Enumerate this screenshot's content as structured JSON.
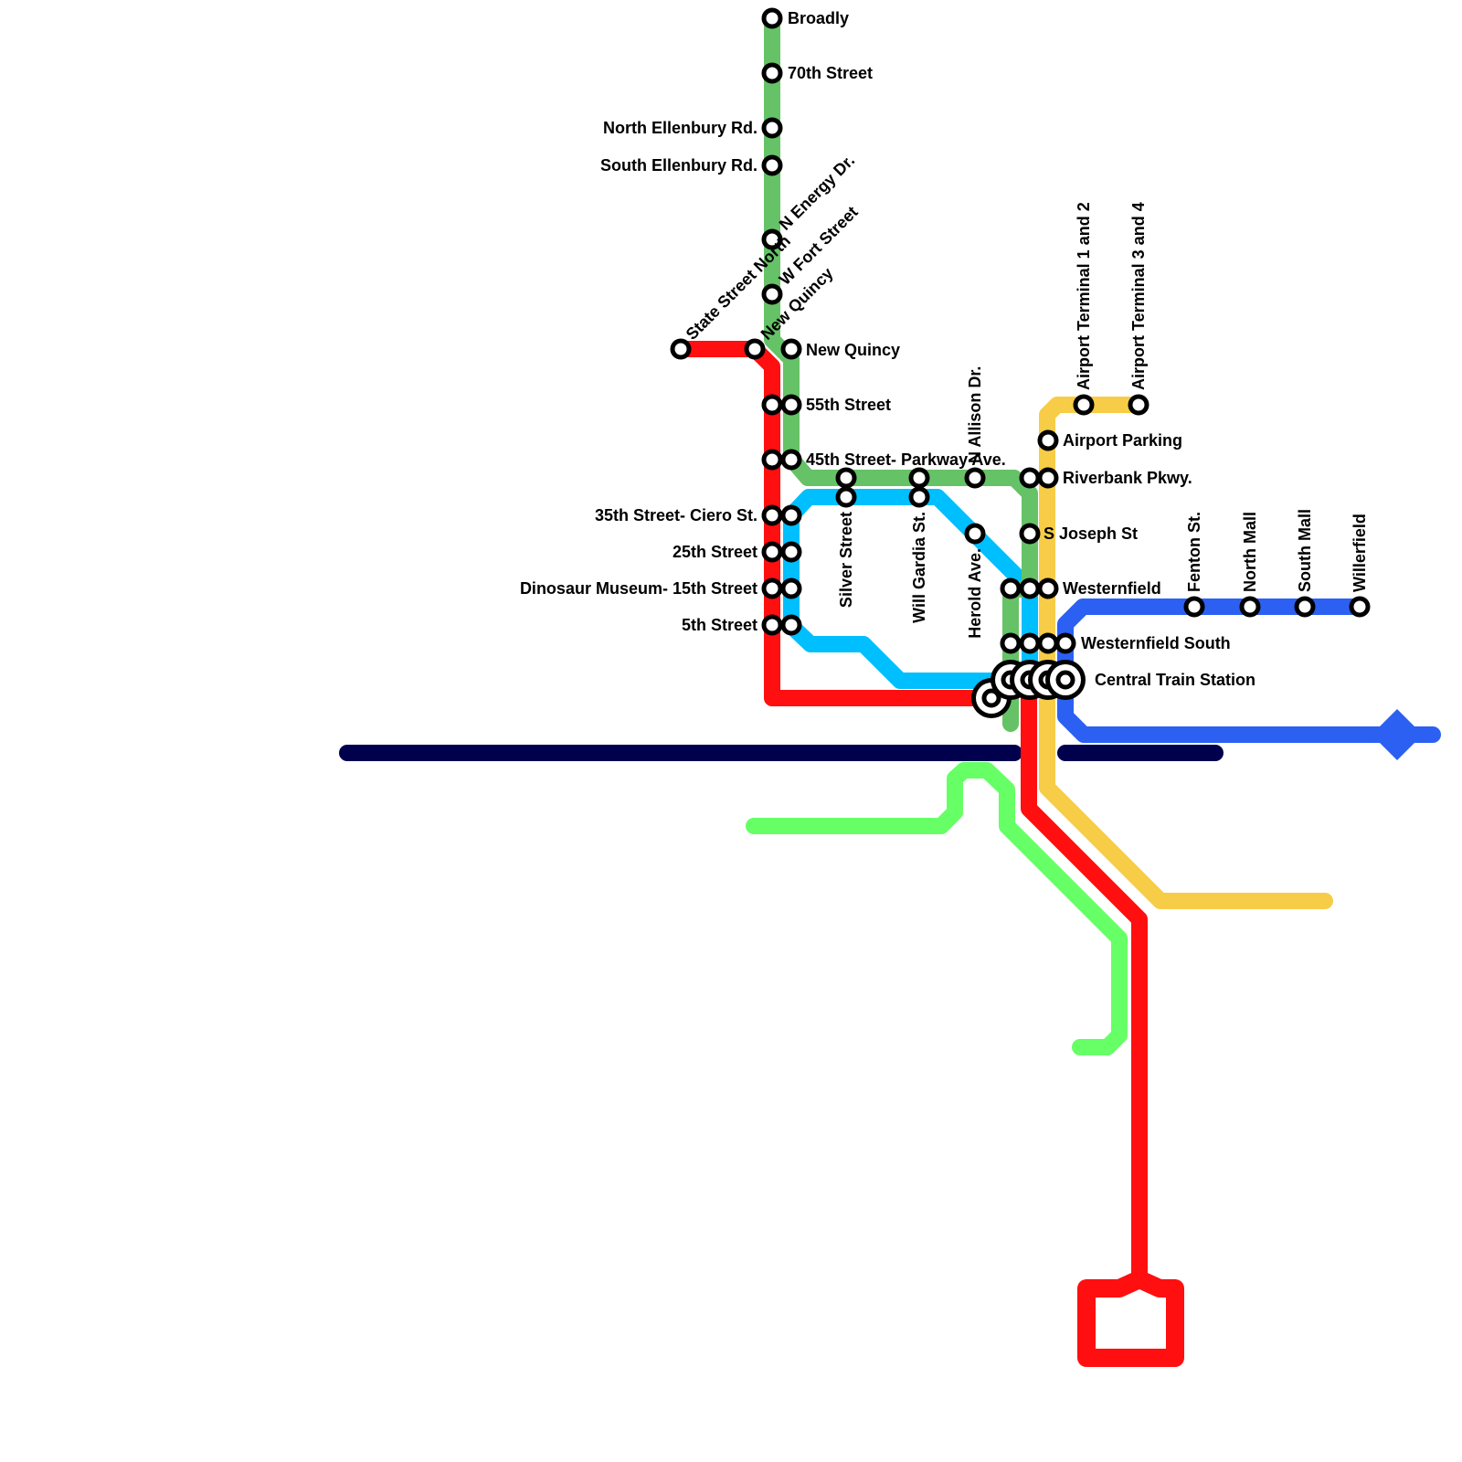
{
  "colors": {
    "red": "#ff0f0f",
    "green": "#66c266",
    "light_green": "#66ff66",
    "sky": "#00bfff",
    "yellow": "#f7cc47",
    "blue": "#2b60f2",
    "navy": "#00004d"
  },
  "stations": {
    "broadly": "Broadly",
    "st70": "70th Street",
    "north_ellenbury": "North Ellenbury Rd.",
    "south_ellenbury": "South Ellenbury Rd.",
    "n_energy": "N Energy Dr.",
    "w_fort": "W Fort Street",
    "state_north": "State Street North",
    "new_quincy_diag": "New Quincy",
    "new_quincy": "New Quincy",
    "st55": "55th Street",
    "st45": "45th Street- Parkway Ave.",
    "st35": "35th Street- Ciero St.",
    "st25": "25th Street",
    "st15": "Dinosaur Museum- 15th Street",
    "st5": "5th Street",
    "silver": "Silver Street",
    "will_gardia": "Will Gardia St.",
    "allison": "N Allison Dr.",
    "herold": "Herold Ave.",
    "riverbank": "Riverbank Pkwy.",
    "s_joseph": "S Joseph St",
    "westernfield": "Westernfield",
    "westernfield_south": "Westernfield South",
    "central": "Central Train Station",
    "airport_parking": "Airport Parking",
    "terminal12": "Airport Terminal 1 and 2",
    "terminal34": "Airport Terminal 3 and 4",
    "fenton": "Fenton St.",
    "north_mall": "North Mall",
    "south_mall": "South Mall",
    "willerfield": "Willerfield"
  }
}
